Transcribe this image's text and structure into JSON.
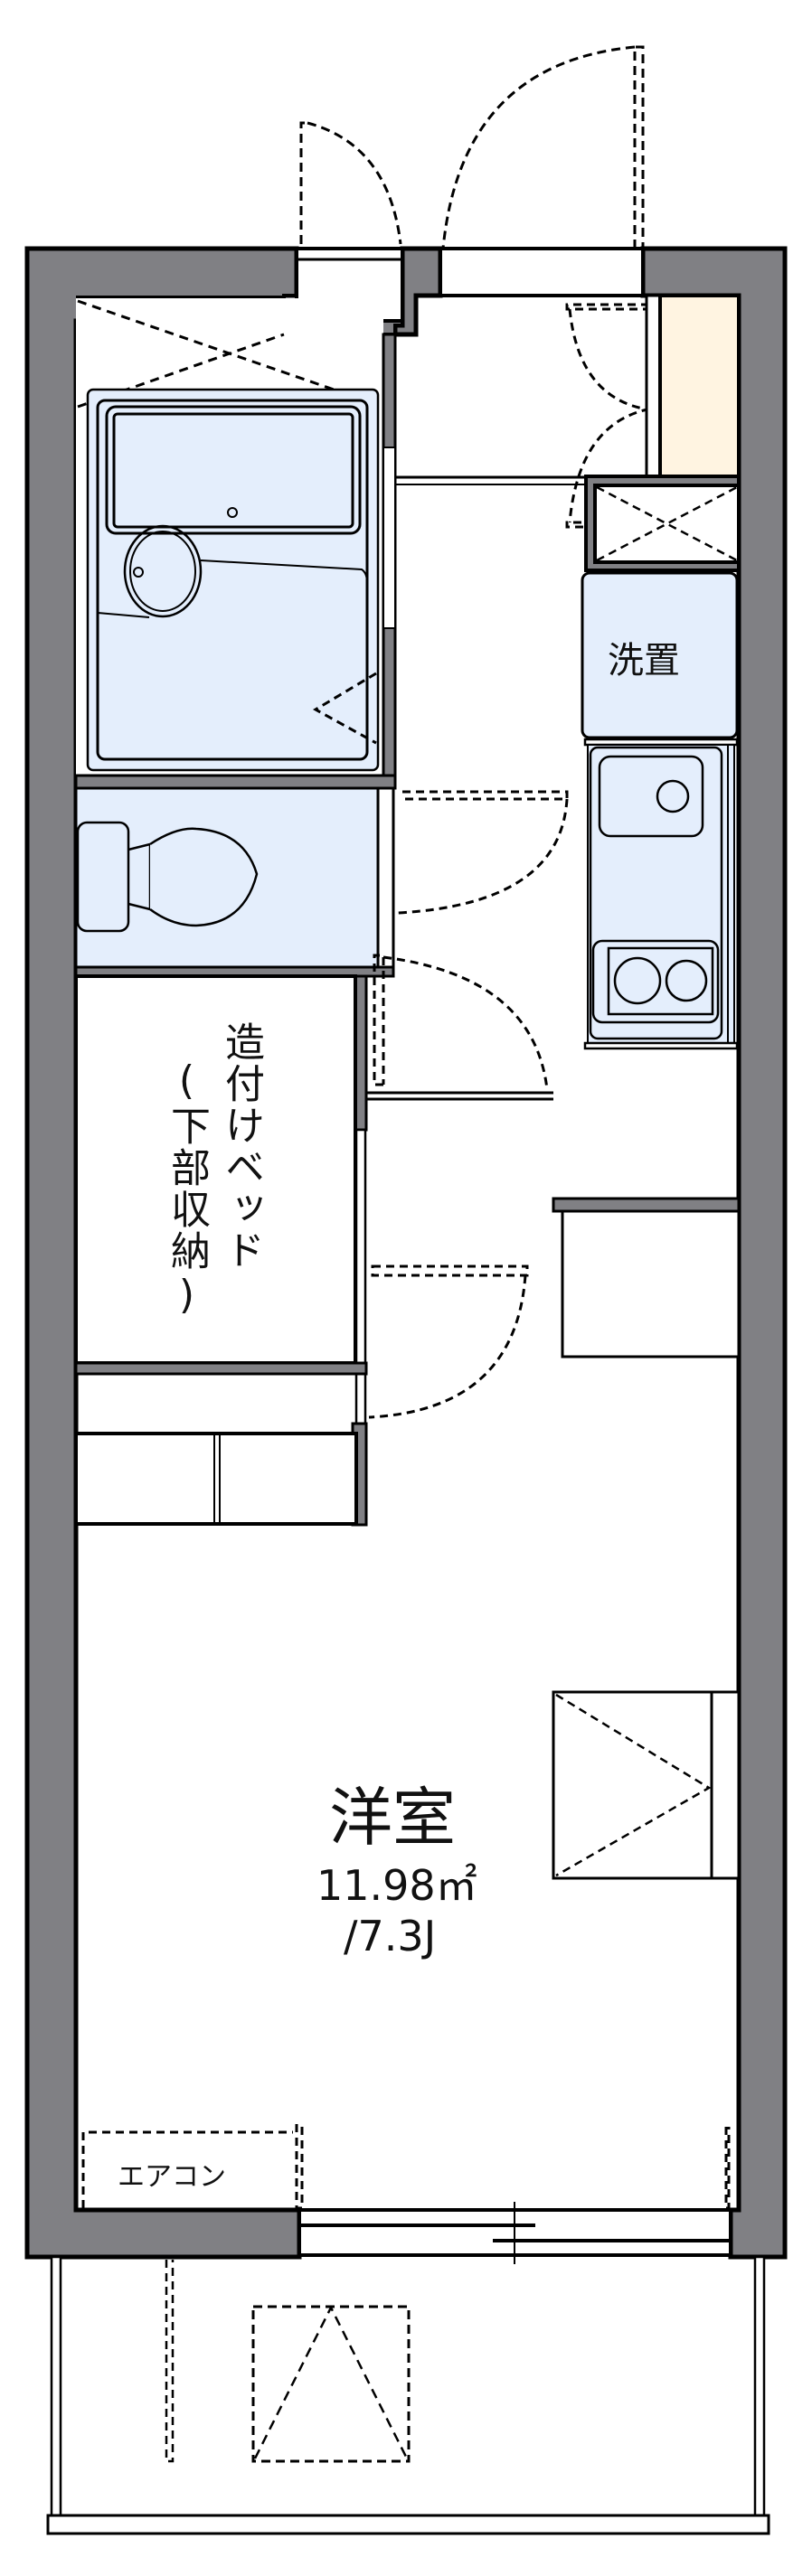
{
  "plan": {
    "colors": {
      "wall": "#808084",
      "line": "#000000",
      "wet_area": "#e4eefc",
      "shoe_cabinet": "#fff4e1",
      "background": "#ffffff"
    },
    "rooms": {
      "western_room": {
        "name": "洋室",
        "area": "11.98㎡",
        "tatami": "/7.3J"
      },
      "washer_space": {
        "label": "洗置"
      },
      "built_in_bed": {
        "label_line1": "造付けベッド",
        "label_line2": "(下部収納)"
      },
      "air_conditioner": {
        "label": "エアコン"
      }
    },
    "fixtures": [
      "unit-bath",
      "toilet",
      "kitchen-sink",
      "two-burner-stove",
      "shoe-cabinet",
      "pipe-shaft",
      "shelf",
      "closet",
      "balcony-hatch"
    ]
  }
}
